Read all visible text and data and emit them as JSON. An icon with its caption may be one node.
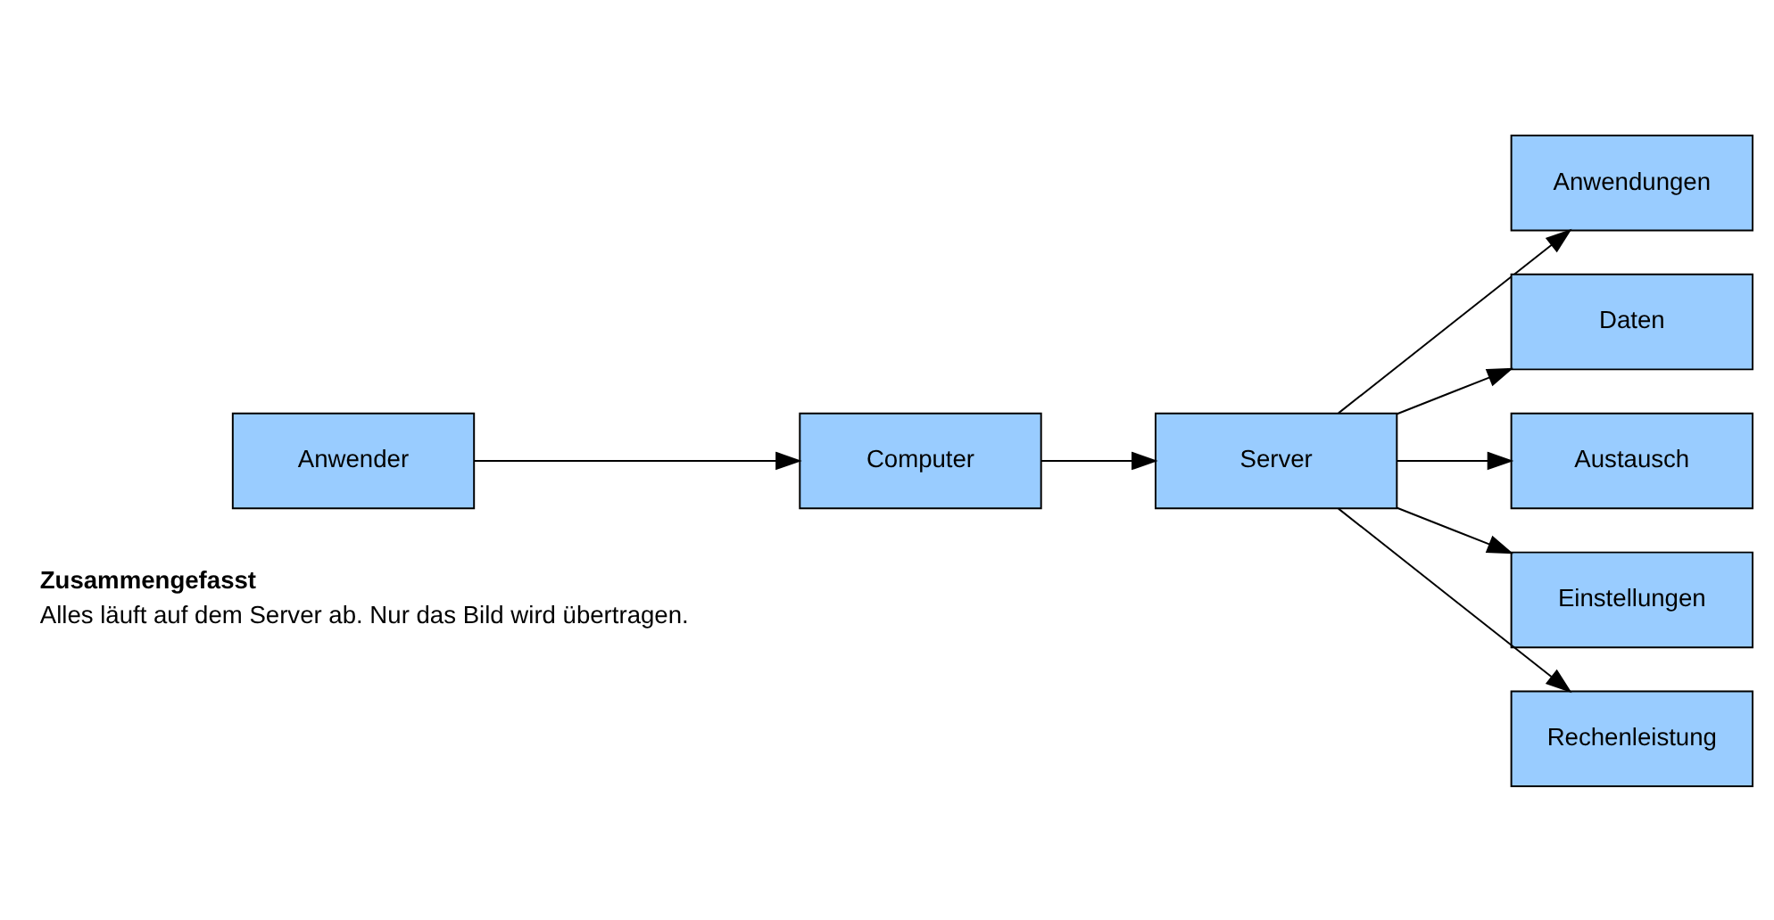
{
  "diagram": {
    "nodes": [
      {
        "text": [
          "Anwender"
        ]
      },
      {
        "text": [
          "Computer"
        ]
      },
      {
        "text": [
          "Server"
        ]
      },
      {
        "text": [
          "Anwendungen"
        ]
      },
      {
        "text": [
          "Daten"
        ]
      },
      {
        "text": [
          "Austausch"
        ]
      },
      {
        "text": [
          "Einstellungen"
        ]
      },
      {
        "text": [
          "Rechenleistung"
        ]
      }
    ],
    "edges": [
      {
        "from": 0,
        "to": 1,
        "arrow": "to"
      },
      {
        "from": 1,
        "to": 2,
        "arrow": "to"
      },
      {
        "from": 2,
        "to": 3,
        "arrow": "to"
      },
      {
        "from": 2,
        "to": 4,
        "arrow": "to"
      },
      {
        "from": 2,
        "to": 5,
        "arrow": "to"
      },
      {
        "from": 2,
        "to": 6,
        "arrow": "to"
      },
      {
        "from": 2,
        "to": 7,
        "arrow": "to"
      }
    ],
    "labels": [
      "Zusammengefasst",
      "Alles läuft auf dem Server ab. Nur das Bild wird übertragen."
    ]
  }
}
